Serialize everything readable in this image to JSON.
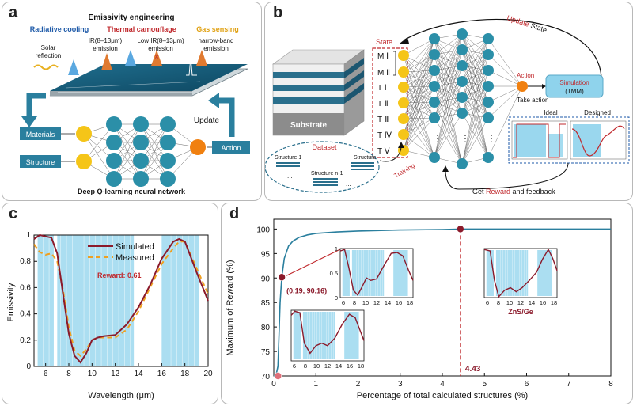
{
  "colors": {
    "cyan_fill": "#8fd3ec",
    "teal": "#2a7f9e",
    "dark_red": "#8b1a2b",
    "orange_dash": "#f0a020",
    "yellow_node": "#f5c518",
    "blue_node": "#2b8fa8",
    "orange_node": "#f08010",
    "red_label": "#c0282c",
    "blue_label": "#1e5aa8",
    "gold_label": "#e0a010"
  },
  "panel_a": {
    "label": "a",
    "title": "Emissivity engineering",
    "apps": [
      "Radiative cooling",
      "Thermal camouflage",
      "Gas sensing"
    ],
    "solar": [
      "Solar",
      "reflection"
    ],
    "ir_emission": [
      "IR(8–13μm)",
      "emission"
    ],
    "low_ir": [
      "Low IR(8–13μm)",
      "emission"
    ],
    "narrow": [
      "narrow-band",
      "emission"
    ],
    "materials": "Materials",
    "structure": "Structure",
    "action": "Action",
    "update": "Update",
    "caption": "Deep Q-learning neural network"
  },
  "panel_b": {
    "label": "b",
    "update_state": [
      "Update",
      " State"
    ],
    "state_title": "State",
    "layers": [
      "M Ⅰ",
      "M Ⅱ",
      "T Ⅰ",
      "T Ⅱ",
      "T Ⅲ",
      "T Ⅳ",
      "T Ⅴ"
    ],
    "substrate": "Substrate",
    "action": "Action",
    "take_action": "Take action",
    "simulation": "Simulation",
    "tmm": "(TMM)",
    "ideal": "Ideal",
    "designed": "Designed",
    "dataset": "Dataset",
    "structure1": "Structure 1",
    "structure_n1": "Structure n-1",
    "structure": "Structure",
    "dots": "...",
    "training": "Training",
    "reward_feedback": [
      "Get ",
      "Reward",
      " and feedback"
    ]
  },
  "panel_c": {
    "label": "c",
    "legend": [
      "Simulated",
      "Measured"
    ],
    "reward_text": "Reward: 0.61",
    "xlabel": "Wavelength (μm)",
    "ylabel": "Emissivity",
    "xticks": [
      "6",
      "8",
      "10",
      "12",
      "14",
      "16",
      "18",
      "20"
    ],
    "yticks": [
      "0",
      "0.2",
      "0.4",
      "0.6",
      "0.8",
      "1"
    ]
  },
  "panel_d": {
    "label": "d",
    "xlabel": "Percentage of total calculated structures (%)",
    "ylabel": "Maximum of Reward (%)",
    "xticks": [
      "0",
      "1",
      "2",
      "3",
      "4",
      "5",
      "6",
      "7",
      "8"
    ],
    "yticks": [
      "70",
      "75",
      "80",
      "85",
      "90",
      "95",
      "100"
    ],
    "point_label": "(0.19, 90.16)",
    "mark_label": "4.43",
    "material_label": "ZnS/Ge",
    "inset_xticks": [
      "6",
      "8",
      "10",
      "12",
      "14",
      "16",
      "18"
    ],
    "inset_yticks": [
      "0",
      "0.5",
      "1"
    ]
  },
  "chart_data": [
    {
      "type": "line",
      "xlabel": "Wavelength (μm)",
      "ylabel": "Emissivity",
      "xlim": [
        5,
        20
      ],
      "ylim": [
        0,
        1
      ],
      "annotation": "Reward: 0.61",
      "series": [
        {
          "name": "Simulated",
          "x": [
            5,
            5.5,
            6,
            6.5,
            7,
            7.5,
            8,
            8.5,
            9,
            9.5,
            10,
            10.5,
            11,
            12,
            13,
            14,
            15,
            16,
            17,
            17.5,
            18,
            19,
            20
          ],
          "y": [
            0.97,
            1.0,
            0.99,
            0.98,
            0.86,
            0.55,
            0.25,
            0.08,
            0.03,
            0.1,
            0.2,
            0.22,
            0.23,
            0.24,
            0.32,
            0.45,
            0.62,
            0.82,
            0.95,
            0.97,
            0.95,
            0.72,
            0.5
          ]
        },
        {
          "name": "Measured",
          "x": [
            5,
            5.5,
            6,
            6.5,
            7,
            7.5,
            8,
            8.5,
            9,
            9.5,
            10,
            10.5,
            11,
            12,
            13,
            14,
            15,
            16,
            17,
            17.5,
            18,
            19,
            20
          ],
          "y": [
            0.93,
            0.87,
            0.85,
            0.86,
            0.8,
            0.58,
            0.3,
            0.12,
            0.08,
            0.13,
            0.2,
            0.22,
            0.22,
            0.22,
            0.28,
            0.42,
            0.6,
            0.78,
            0.9,
            0.95,
            0.95,
            0.75,
            0.55
          ]
        }
      ]
    },
    {
      "type": "line",
      "xlabel": "Percentage of total calculated structures (%)",
      "ylabel": "Maximum of Reward (%)",
      "xlim": [
        0,
        8
      ],
      "ylim": [
        70,
        102
      ],
      "series": [
        {
          "x": [
            0,
            0.05,
            0.1,
            0.15,
            0.19,
            0.25,
            0.35,
            0.45,
            0.6,
            0.8,
            1.0,
            1.5,
            2.0,
            3.0,
            4.0,
            4.43,
            5.0,
            6.0,
            7.0,
            8.0
          ],
          "y": [
            70,
            70,
            72,
            85,
            90.16,
            94,
            96.5,
            97.5,
            98.3,
            98.8,
            99.1,
            99.4,
            99.6,
            99.8,
            99.9,
            100,
            100,
            100,
            100,
            100
          ]
        }
      ],
      "points": [
        {
          "x": 0.19,
          "y": 90.16,
          "label": "(0.19, 90.16)"
        },
        {
          "x": 4.43,
          "y": 100
        },
        {
          "x": 0.1,
          "y": 70
        }
      ]
    }
  ]
}
